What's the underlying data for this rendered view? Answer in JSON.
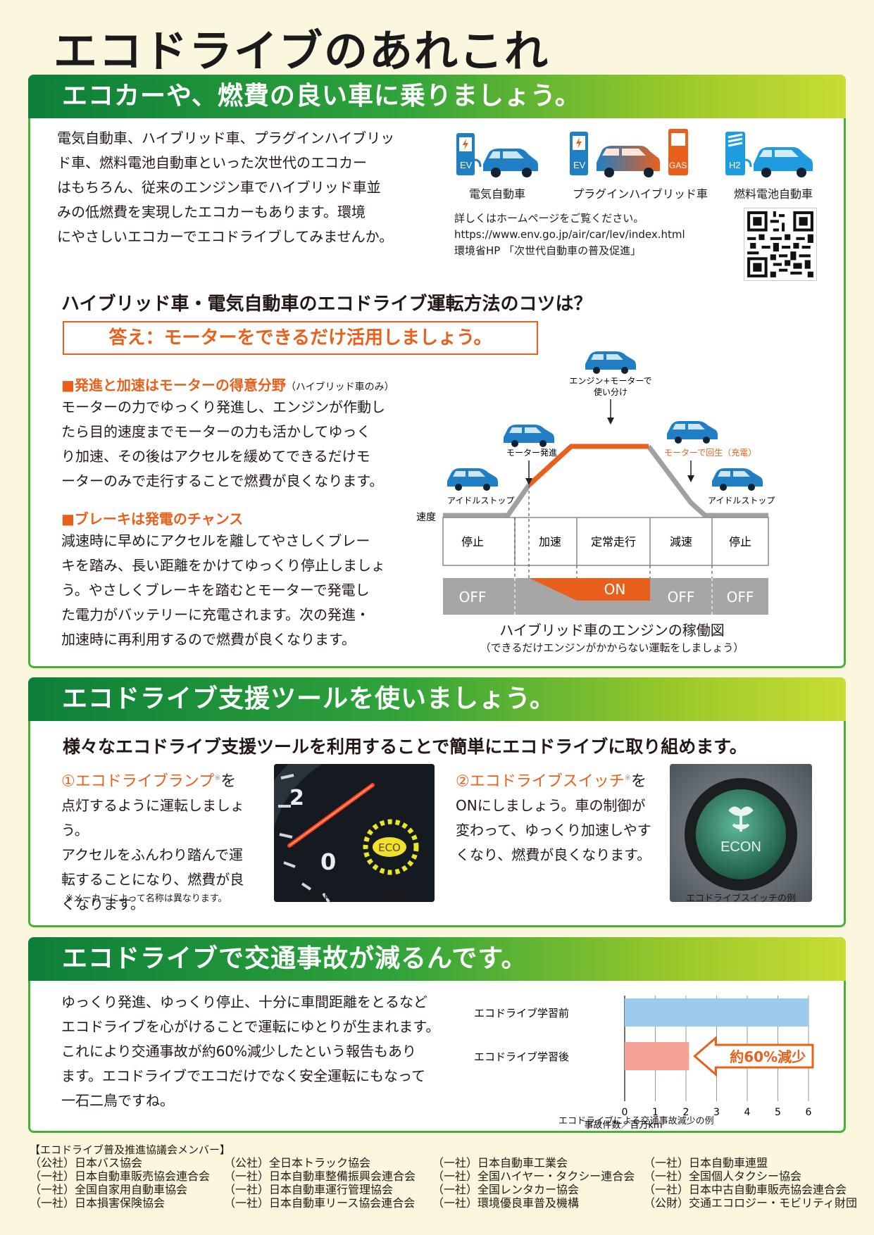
{
  "page_title": "エコドライブのあれこれ",
  "section1": {
    "header": "エコカーや、燃費の良い車に乗りましょう。",
    "intro_lines": [
      "電気自動車、ハイブリッド車、プラグインハイブリッ",
      "ド車、燃料電池自動車といった次世代のエコカー",
      "はもちろん、従来のエンジン車でハイブリッド車並",
      "みの低燃費を実現したエコカーもあります。環境",
      "にやさしいエコカーでエコドライブしてみませんか。"
    ],
    "cars": [
      {
        "label": "電気自動車",
        "icon": "ev-charger-icon"
      },
      {
        "label": "プラグインハイブリッド車",
        "icon": "phev-icon"
      },
      {
        "label": "燃料電池自動車",
        "icon": "fuel-cell-icon"
      }
    ],
    "ev_tag": "EV",
    "gas_tag": "GAS",
    "h2_tag": "H2",
    "more_info": "詳しくはホームページをご覧ください。",
    "url": "https://www.env.go.jp/air/car/lev/index.html",
    "ministry": "環境省HP 「次世代自動車の普及促進」",
    "question": "ハイブリッド車・電気自動車のエコドライブ運転方法のコツは？",
    "answer": "答え：モーターをできるだけ活用しましょう。",
    "tip1_title": "■発進と加速はモーターの得意分野",
    "tip1_note": "（ハイブリッド車のみ）",
    "tip1_lines": [
      "モーターの力でゆっくり発進し、エンジンが作動し",
      "たら目的速度までモーターの力も活かしてゆっく",
      "り加速、その後はアクセルを緩めてできるだけモ",
      "ーターのみで走行することで燃費が良くなります。"
    ],
    "tip2_title": "■ブレーキは発電のチャンス",
    "tip2_lines": [
      "減速時に早めにアクセルを離してやさしくブレー",
      "キを踏み、長い距離をかけてゆっくり停止しましょ",
      "う。やさしくブレーキを踏むとモーターで発電し",
      "た電力がバッテリーに充電されます。次の発進・",
      "加速時に再利用するので燃費が良くなります。"
    ],
    "diagram": {
      "speed_label": "速度",
      "idle_stop_left": "アイドルストップ",
      "idle_stop_right": "アイドルストップ",
      "motor_start": "モーター発進",
      "engine_motor": [
        "エンジン+モーターで",
        "使い分け"
      ],
      "regen": "モーターで回生（充電）",
      "phases": [
        "停止",
        "加速",
        "定常走行",
        "減速",
        "停止"
      ],
      "engine_states": [
        "OFF",
        "ON",
        "OFF",
        "OFF"
      ],
      "title": "ハイブリッド車のエンジンの稼働図",
      "subtitle": "（できるだけエンジンがかからない運転をしましょう）"
    }
  },
  "section2": {
    "header": "エコドライブ支援ツールを使いましょう。",
    "lead": "様々なエコドライブ支援ツールを利用することで簡単にエコドライブに取り組めます。",
    "tool1_title": "①エコドライブランプ",
    "tool1_mark": "※",
    "tool1_title_tail": "を",
    "tool1_lines": [
      "点灯するように運転しましょう。",
      "アクセルをふんわり踏んで運",
      "転することになり、燃費が良",
      "くなります。"
    ],
    "tool1_note": "※メーカーによって名称は異なります。",
    "tool1_caption": "エコドライブランプの例",
    "lamp_text": "ECO",
    "gauge_2": "2",
    "gauge_0": "0",
    "tool2_title": "②エコドライブスイッチ",
    "tool2_mark": "※",
    "tool2_title_tail": "を",
    "tool2_lines": [
      "ONにしましょう。車の制御が",
      "変わって、ゆっくり加速しやす",
      "くなり、燃費が良くなります。"
    ],
    "tool2_caption": "エコドライブスイッチの例",
    "switch_text": "ECON"
  },
  "section3": {
    "header": "エコドライブで交通事故が減るんです。",
    "lines": [
      "ゆっくり発進、ゆっくり停止、十分に車間距離をとるなど",
      "エコドライブを心がけることで運転にゆとりが生まれます。",
      "これにより交通事故が約60%減少したという報告もあり",
      "ます。エコドライブでエコだけでなく安全運転にもなって",
      "一石二鳥ですね。"
    ],
    "arrow_label": "約60%減少",
    "xlabel": "事故件数／百万km",
    "caption": "エコドライブによる交通事故減少の例"
  },
  "chart_data": {
    "type": "bar",
    "orientation": "horizontal",
    "categories": [
      "エコドライブ学習前",
      "エコドライブ学習後"
    ],
    "values": [
      6,
      2.1
    ],
    "colors": [
      "#9ccbee",
      "#f4a394"
    ],
    "xlim": [
      0,
      6
    ],
    "xticks": [
      "0",
      "1",
      "2",
      "3",
      "4",
      "5",
      "6"
    ],
    "xlabel": "事故件数／百万km",
    "title": "",
    "grid": true
  },
  "members": {
    "title": "【エコドライブ普及推進協議会メンバー】",
    "columns": [
      [
        "（公社）日本バス協会",
        "（一社）日本自動車販売協会連合会",
        "（一社）全国自家用自動車協会",
        "（一社）日本損害保険協会"
      ],
      [
        "（公社）全日本トラック協会",
        "（一社）日本自動車整備振興会連合会",
        "（一社）日本自動車運行管理協会",
        "（一社）日本自動車リース協会連合会"
      ],
      [
        "（一社）日本自動車工業会",
        "（一社）全国ハイヤー・タクシー連合会",
        "（一社）全国レンタカー協会",
        "（一社）環境優良車普及機構"
      ],
      [
        "（一社）日本自動車連盟",
        "（一社）全国個人タクシー協会",
        "（一社）日本中古自動車販売協会連合会",
        "（公財）交通エコロジー・モビリティ財団"
      ]
    ]
  },
  "colors": {
    "accent_green": "#2fa33a",
    "accent_orange": "#e8601c",
    "car_blue": "#1f7ec4",
    "background": "#fbf7de"
  }
}
